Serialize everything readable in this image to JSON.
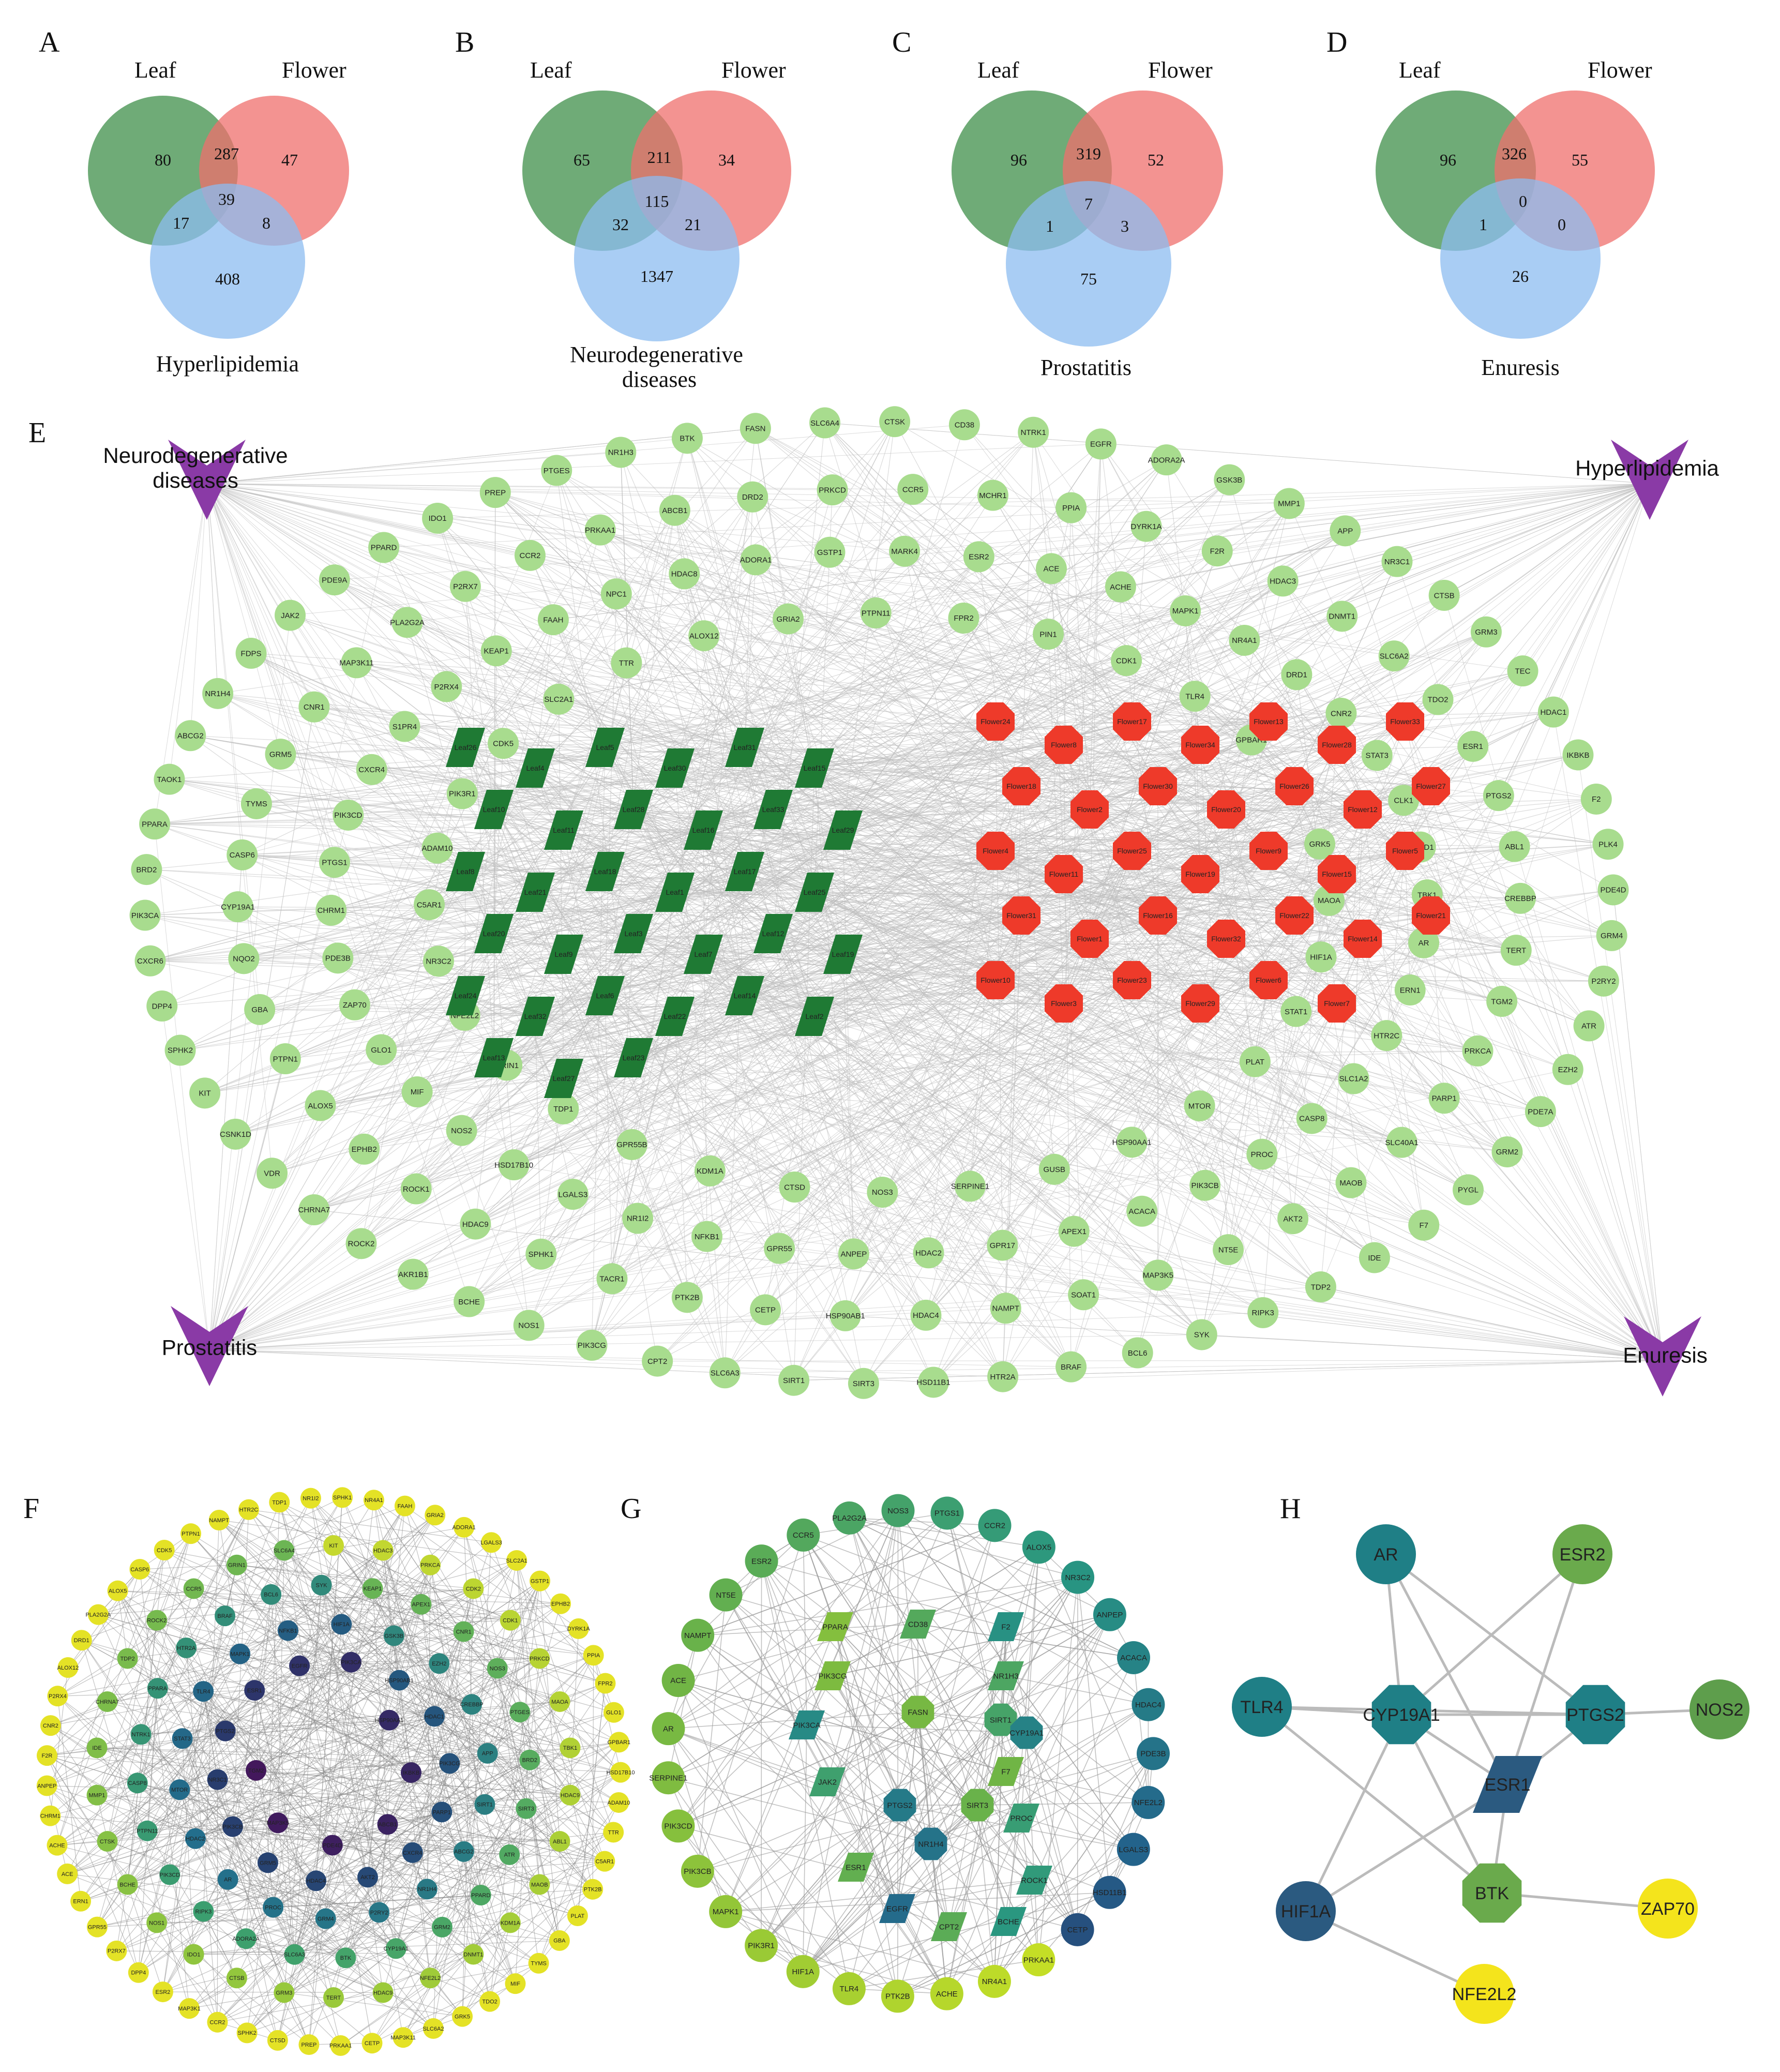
{
  "panel_labels": [
    "A",
    "B",
    "C",
    "D",
    "E",
    "F",
    "G",
    "H"
  ],
  "venns": [
    {
      "panel": "A",
      "sets": [
        "Leaf",
        "Flower",
        "Hyperlipidemia"
      ],
      "counts": {
        "leaf_only": "80",
        "flower_only": "47",
        "leaf_flower": "287",
        "all": "39",
        "leaf_disease": "17",
        "flower_disease": "8",
        "disease_only": "408"
      }
    },
    {
      "panel": "B",
      "sets": [
        "Leaf",
        "Flower",
        "Neurodegenerative diseases"
      ],
      "counts": {
        "leaf_only": "65",
        "flower_only": "34",
        "leaf_flower": "211",
        "all": "115",
        "leaf_disease": "32",
        "flower_disease": "21",
        "disease_only": "1347"
      }
    },
    {
      "panel": "C",
      "sets": [
        "Leaf",
        "Flower",
        "Prostatitis"
      ],
      "counts": {
        "leaf_only": "96",
        "flower_only": "52",
        "leaf_flower": "319",
        "all": "7",
        "leaf_disease": "1",
        "flower_disease": "3",
        "disease_only": "75"
      }
    },
    {
      "panel": "D",
      "sets": [
        "Leaf",
        "Flower",
        "Enuresis"
      ],
      "counts": {
        "leaf_only": "96",
        "flower_only": "55",
        "leaf_flower": "326",
        "all": "0",
        "leaf_disease": "1",
        "flower_disease": "0",
        "disease_only": "26"
      }
    }
  ],
  "colors": {
    "leaf_circle": "#3f8f4a",
    "flower_circle": "#ef6f6c",
    "disease_circle": "#8cbcf0",
    "target_node": "#a8dc8e",
    "leaf_node": "#1f7a34",
    "flower_node": "#ee3a2a",
    "disease_node": "#8a3aa6",
    "edge": "#bdbdbd"
  },
  "network_e": {
    "diseases": [
      "Neurodegenerative diseases",
      "Hyperlipidemia",
      "Prostatitis",
      "Enuresis"
    ],
    "outer_ring": [
      "PREP",
      "PTGES",
      "NR1H3",
      "BTK",
      "FASN",
      "SLC6A4",
      "CTSK",
      "CD38",
      "NTRK1",
      "EGFR",
      "ADORA2A",
      "GSK3B",
      "MMP1",
      "APP",
      "NR3C1",
      "CTSB",
      "GRM3",
      "TEC",
      "HDAC1",
      "IKBKB",
      "F2",
      "PLK4",
      "PDE4D",
      "GRM4",
      "P2RY2",
      "ATR",
      "EZH2",
      "PDE7A",
      "GRM2",
      "PYGL",
      "F7",
      "IDE",
      "TDP2",
      "RIPK3",
      "SYK",
      "BCL6",
      "BRAF",
      "HTR2A",
      "HSD11B1",
      "SIRT3",
      "SIRT1",
      "SLC6A3",
      "CPT2",
      "PIK3CG",
      "NOS1",
      "BCHE",
      "AKR1B1",
      "ROCK2",
      "CHRNA7",
      "VDR",
      "CSNK1D",
      "KIT",
      "SPHK2",
      "DPP4",
      "CXCR6",
      "PIK3CA",
      "BRD2",
      "PPARA",
      "TAOK1",
      "ABCG2",
      "NR1H4",
      "FDPS",
      "JAK2",
      "PDE9A",
      "PPARD",
      "IDO1"
    ],
    "ring2": [
      "PRKAA1",
      "ABCB1",
      "DRD2",
      "PRKCD",
      "CCR5",
      "MCHR1",
      "PPIA",
      "DYRK1A",
      "F2R",
      "HDAC3",
      "DNMT1",
      "SLC6A2",
      "TDO2",
      "ESR1",
      "PTGS2",
      "ABL1",
      "CREBBP",
      "TERT",
      "TGM2",
      "PRKCA",
      "PARP1",
      "SLC40A1",
      "MAOB",
      "AKT2",
      "NT5E",
      "MAP3K5",
      "SOAT1",
      "NAMPT",
      "HDAC4",
      "HSP90AB1",
      "CETP",
      "PTK2B",
      "TACR1",
      "SPHK1",
      "HDAC9",
      "ROCK1",
      "EPHB2",
      "ALOX5",
      "PTPN1",
      "GBA",
      "NQO2",
      "CYP19A1",
      "CASP6",
      "TYMS",
      "GRM5",
      "CNR1",
      "MAP3K11",
      "PLA2G2A",
      "P2RX7",
      "CCR2"
    ],
    "ring3": [
      "NPC1",
      "HDAC8",
      "ADORA1",
      "GSTP1",
      "MARK4",
      "ESR2",
      "ACE",
      "ACHE",
      "MAPK1",
      "NR4A1",
      "DRD1",
      "CNR2",
      "STAT3",
      "CLK1",
      "OPRD1",
      "TBK1",
      "AR",
      "ERN1",
      "HTR2C",
      "SLC1A2",
      "CASP8",
      "PROC",
      "PIK3CB",
      "ACACA",
      "APEX1",
      "GPR17",
      "HDAC2",
      "ANPEP",
      "GPR55",
      "NFKB1",
      "NR1I2",
      "LGALS3",
      "HSD17B10",
      "NOS2",
      "MIF",
      "GLO1",
      "ZAP70",
      "PDE3B",
      "CHRM1",
      "PTGS1",
      "PIK3CD",
      "CXCR4",
      "S1PR4",
      "P2RX4",
      "KEAP1",
      "FAAH"
    ],
    "ring4": [
      "ALOX12",
      "GRIA2",
      "PTPN11",
      "FPR2",
      "PIN1",
      "CDK1",
      "TLR4",
      "GPBAR1",
      "CDK2",
      "GRK5",
      "MAOA",
      "HIF1A",
      "STAT1",
      "PLAT",
      "MTOR",
      "HSP90AA1",
      "GUSB",
      "SERPINE1",
      "NOS3",
      "CTSD",
      "KDM1A",
      "GPR55B",
      "TDP1",
      "GRIN1",
      "NFE2L2",
      "NR3C2",
      "C5AR1",
      "ADAM10",
      "PIK3R1",
      "CDK5",
      "SLC2A1",
      "TTR"
    ],
    "leaf_nodes": [
      "Leaf26",
      "Leaf4",
      "Leaf5",
      "Leaf30",
      "Leaf31",
      "Leaf15",
      "Leaf10",
      "Leaf11",
      "Leaf28",
      "Leaf16",
      "Leaf33",
      "Leaf29",
      "Leaf8",
      "Leaf21",
      "Leaf18",
      "Leaf1",
      "Leaf17",
      "Leaf25",
      "Leaf20",
      "Leaf9",
      "Leaf3",
      "Leaf7",
      "Leaf12",
      "Leaf19",
      "Leaf24",
      "Leaf32",
      "Leaf6",
      "Leaf22",
      "Leaf14",
      "Leaf2",
      "Leaf13",
      "Leaf27",
      "Leaf23"
    ],
    "flower_nodes": [
      "Flower24",
      "Flower8",
      "Flower17",
      "Flower34",
      "Flower13",
      "Flower28",
      "Flower33",
      "Flower18",
      "Flower2",
      "Flower30",
      "Flower20",
      "Flower26",
      "Flower12",
      "Flower27",
      "Flower4",
      "Flower11",
      "Flower25",
      "Flower19",
      "Flower9",
      "Flower15",
      "Flower5",
      "Flower31",
      "Flower1",
      "Flower16",
      "Flower32",
      "Flower22",
      "Flower14",
      "Flower21",
      "Flower10",
      "Flower3",
      "Flower23",
      "Flower29",
      "Flower6",
      "Flower7"
    ]
  },
  "network_f": {
    "ring": [
      "HTR2C",
      "TDP1",
      "NR1I2",
      "SPHK1",
      "NR4A1",
      "FAAH",
      "GRIA2",
      "ADORA1",
      "LGALS3",
      "SLC2A1",
      "GSTP1",
      "EPHB2",
      "DYRK1A",
      "PPIA",
      "FPR2",
      "GLO1",
      "GPBAR1",
      "HSD17B10",
      "ADAM10",
      "TTR",
      "C5AR1",
      "PTK2B",
      "PLAT",
      "GBA",
      "TYMS",
      "MIF",
      "TDO2",
      "GRK5",
      "SLC6A2",
      "MAP3K11",
      "CETP",
      "PRKAA1",
      "PREP",
      "CTSD",
      "SPHK2",
      "CCR2",
      "MAP3K1",
      "ESR2",
      "DPP4",
      "P2RX7",
      "GPR55",
      "ERN1",
      "ACE",
      "ACHE",
      "CHRM1",
      "ANPEP",
      "F2R",
      "CNR2",
      "P2RX4",
      "ALOX12",
      "DRD1",
      "PLA2G2A",
      "ALOX5",
      "CASP6",
      "CDK5",
      "PTPN1",
      "NAMPT"
    ],
    "inner": [
      "KIT",
      "HDAC3",
      "PRKCA",
      "CDK2",
      "CDK1",
      "PRKCD",
      "MAOA",
      "TBK1",
      "HDAC9",
      "ABL1",
      "MAOB",
      "KDM1A",
      "DNMT1",
      "NFE2L2",
      "HDAC9",
      "TERT",
      "GRM3",
      "CTSB",
      "IDO1",
      "NOS1",
      "BCHE",
      "CTSK",
      "MMP1",
      "IDE",
      "CHRNA7",
      "TDP2",
      "ROCK2",
      "CCR5",
      "GRIN1",
      "SLC6A4",
      "KEAP1",
      "APEX1",
      "CNR1",
      "NOS3",
      "PTGES",
      "BRD2",
      "SIRT3",
      "ATR",
      "PPARD",
      "GRM2",
      "CYP19A1",
      "BTK",
      "SLC6A3",
      "ADORA2A",
      "RIPK3",
      "PIK3CD",
      "PTPN11",
      "CASP8",
      "NTRK1",
      "PPARA",
      "HTR2A",
      "BRAF",
      "BCL6",
      "SYK",
      "GSK3B",
      "EZH2",
      "CREBBP",
      "APP",
      "SIRT1",
      "ABCG2",
      "NR1H4",
      "P2RY2",
      "GRM4",
      "PROC",
      "AR",
      "HDAC2",
      "MTOR",
      "STAT3",
      "TLR4",
      "MAPK1",
      "NFKB1",
      "HIF1A",
      "HSP90AB1",
      "HDAC1",
      "PIK3CG",
      "PARP1",
      "CXCR4",
      "AKT2",
      "HDAC4",
      "GRM5",
      "PIK3CB",
      "NR3C1",
      "PTGS2",
      "ESR1",
      "EGFR",
      "PIK3CA",
      "HSP90AA1",
      "IKBKB",
      "ABCB1",
      "PDE4D",
      "MAP3K5",
      "TGM2"
    ]
  },
  "network_g": {
    "outer": [
      "NOS3",
      "PTGS1",
      "CCR2",
      "ALOX5",
      "NR3C2",
      "ANPEP",
      "ACACA",
      "HDAC4",
      "PDE3B",
      "NFE2L2",
      "LGALS3",
      "HSD11B1",
      "CETP",
      "PRKAA1",
      "NR4A1",
      "ACHE",
      "PTK2B",
      "TLR4",
      "HIF1A",
      "PIK3R1",
      "MAPK1",
      "PIK3CB",
      "PIK3CD",
      "SERPINE1",
      "AR",
      "ACE",
      "NAMPT",
      "NT5E",
      "ESR2",
      "CCR5",
      "PLA2G2A"
    ],
    "inner": [
      "PPARA",
      "CD38",
      "F2",
      "PIK3CG",
      "NR1H3",
      "PIK3CA",
      "FASN",
      "SIRT1",
      "CYP19A1",
      "F7",
      "JAK2",
      "PTGS2",
      "SIRT3",
      "PROC",
      "NR1H4",
      "ESR1",
      "ROCK1",
      "EGFR",
      "CPT2",
      "BCHE"
    ]
  },
  "network_h": {
    "nodes": [
      "AR",
      "ESR2",
      "TLR4",
      "CYP19A1",
      "PTGS2",
      "NOS2",
      "ESR1",
      "HIF1A",
      "BTK",
      "ZAP70",
      "NFE2L2"
    ]
  }
}
